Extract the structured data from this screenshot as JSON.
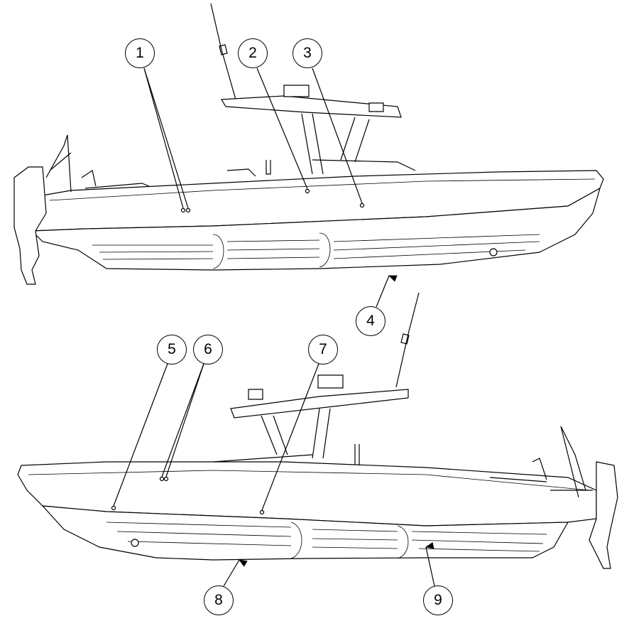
{
  "diagram": {
    "views": [
      "port-side-view",
      "starboard-side-view"
    ],
    "callouts": [
      {
        "label": "1"
      },
      {
        "label": "2"
      },
      {
        "label": "3"
      },
      {
        "label": "4"
      },
      {
        "label": "5"
      },
      {
        "label": "6"
      },
      {
        "label": "7"
      },
      {
        "label": "8"
      },
      {
        "label": "9"
      }
    ]
  }
}
